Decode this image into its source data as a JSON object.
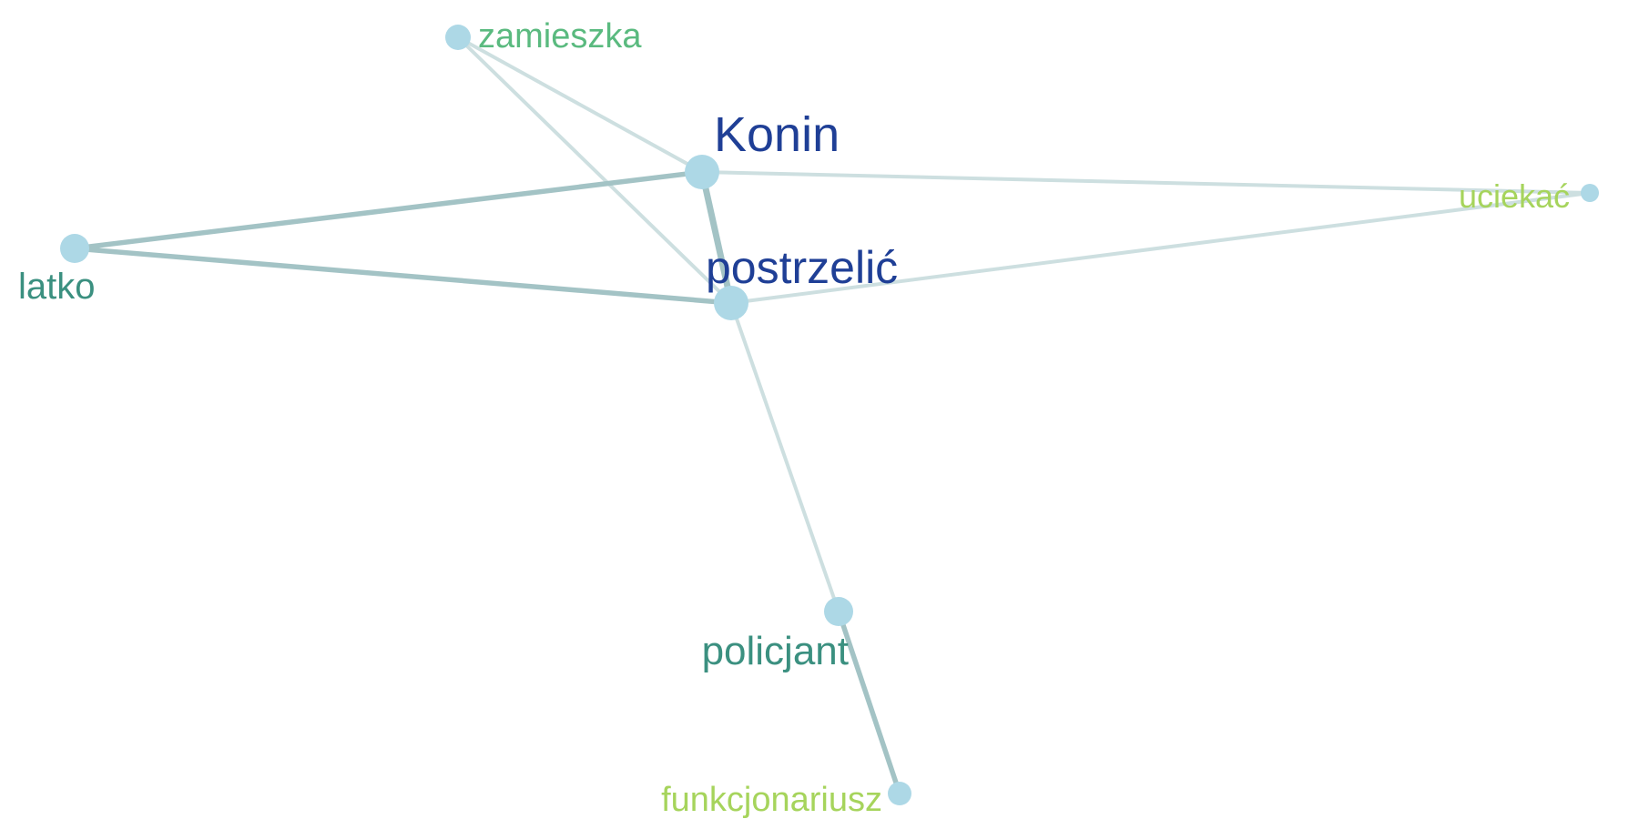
{
  "graph": {
    "nodes": [
      {
        "id": "zamieszka",
        "label": "zamieszka",
        "color": "#5aba7f",
        "weight": 2
      },
      {
        "id": "Konin",
        "label": "Konin",
        "color": "#1f3f96",
        "weight": 3
      },
      {
        "id": "uciekac",
        "label": "uciekać",
        "color": "#a6d45c",
        "weight": 1
      },
      {
        "id": "latko",
        "label": "latko",
        "color": "#3b9080",
        "weight": 2
      },
      {
        "id": "postrzelic",
        "label": "postrzelić",
        "color": "#1f3f96",
        "weight": 3
      },
      {
        "id": "policjant",
        "label": "policjant",
        "color": "#3b9080",
        "weight": 2
      },
      {
        "id": "funkcjonariusz",
        "label": "funkcjonariusz",
        "color": "#a6d45c",
        "weight": 1
      }
    ],
    "edges": [
      {
        "source": "zamieszka",
        "target": "Konin",
        "strength": 1
      },
      {
        "source": "zamieszka",
        "target": "postrzelic",
        "strength": 1
      },
      {
        "source": "Konin",
        "target": "uciekac",
        "strength": 1
      },
      {
        "source": "Konin",
        "target": "latko",
        "strength": 2
      },
      {
        "source": "Konin",
        "target": "postrzelic",
        "strength": 3
      },
      {
        "source": "latko",
        "target": "postrzelic",
        "strength": 2
      },
      {
        "source": "postrzelic",
        "target": "uciekac",
        "strength": 1
      },
      {
        "source": "postrzelic",
        "target": "policjant",
        "strength": 1
      },
      {
        "source": "policjant",
        "target": "funkcjonariusz",
        "strength": 2
      }
    ],
    "node_fill": "#add8e6",
    "edge_colors": {
      "1": "#cddfe0",
      "2": "#a3c3c5",
      "3": "#a3c3c5"
    }
  }
}
